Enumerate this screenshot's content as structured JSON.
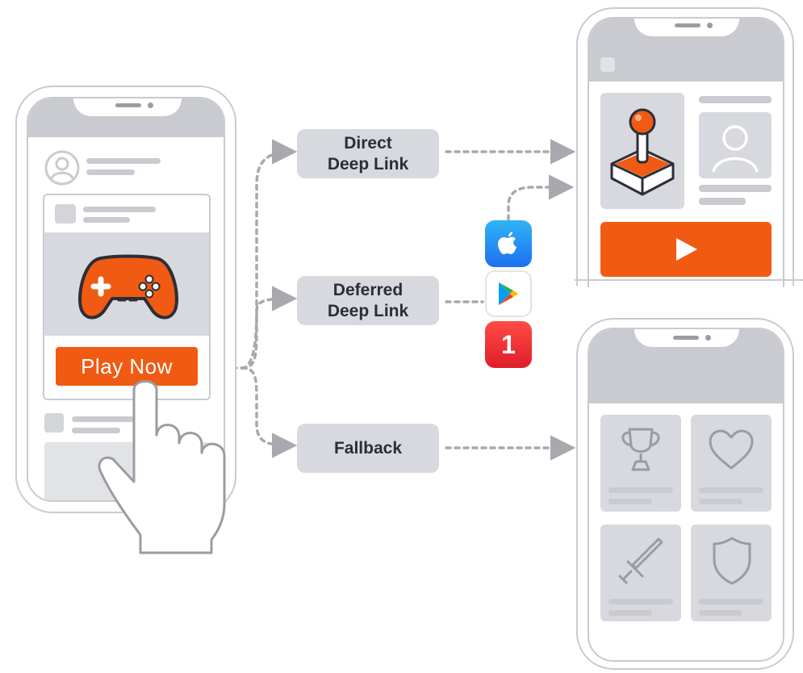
{
  "source_phone": {
    "cta_label": "Play Now",
    "cta_color": "#f15a12"
  },
  "flows": {
    "direct": "Direct\nDeep Link",
    "deferred": "Deferred\nDeep Link",
    "fallback": "Fallback"
  },
  "store_icons": {
    "apple": "app-store-icon",
    "google": "google-play-icon",
    "third": {
      "icon": "numbered-store-icon",
      "label": "1"
    }
  },
  "colors": {
    "accent": "#f15a12",
    "frame": "#c9cbd0",
    "pill_bg": "#d7d9de",
    "pill_text": "#2b2e38",
    "connector": "#a7a9ae"
  }
}
